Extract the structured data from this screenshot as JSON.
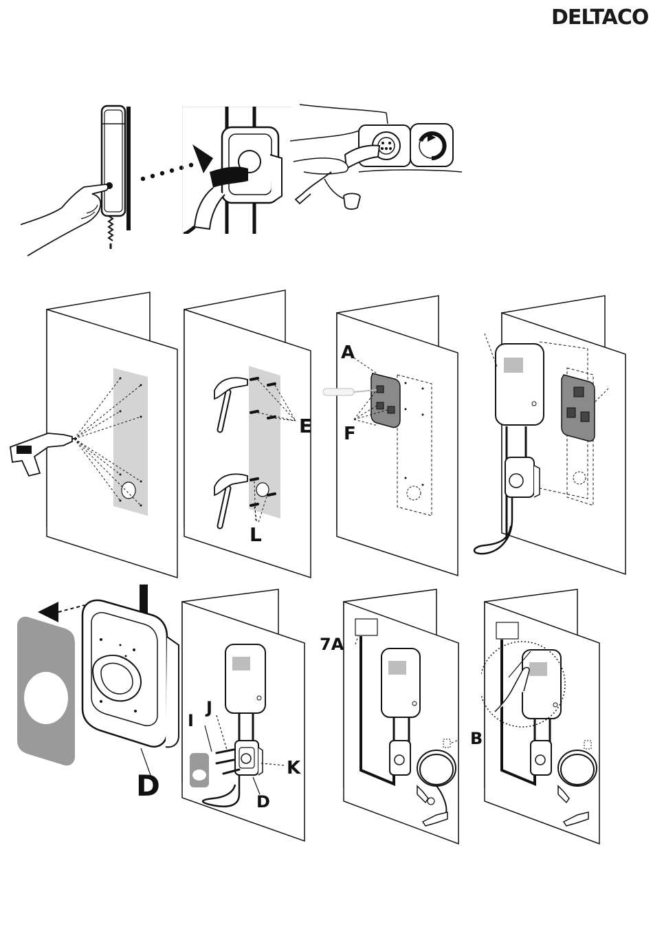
{
  "brand": {
    "name": "DELTACO"
  },
  "labels": {
    "A": "A",
    "F": "F",
    "E": "E",
    "L": "L",
    "D_large": "D",
    "D_small": "D",
    "I": "I",
    "J": "J",
    "K": "K",
    "label_7A": "7A",
    "B": "B"
  }
}
